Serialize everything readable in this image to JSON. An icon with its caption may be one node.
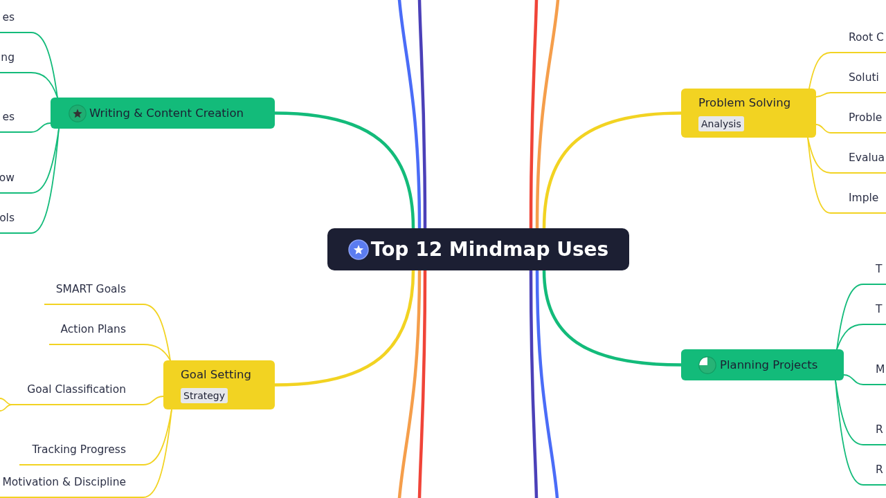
{
  "diagram": {
    "nodes": [
      {
        "text": [
          "Top 12 Mindmap Uses"
        ]
      },
      {
        "text": [
          "Writing & Content Creation"
        ]
      },
      {
        "text": [
          "es"
        ]
      },
      {
        "text": [
          "ng"
        ]
      },
      {
        "text": [
          "es"
        ]
      },
      {
        "text": [
          "ow"
        ]
      },
      {
        "text": [
          "ols"
        ]
      },
      {
        "text": [
          "Goal Setting",
          "Strategy"
        ]
      },
      {
        "text": [
          "SMART Goals"
        ]
      },
      {
        "text": [
          "Action Plans"
        ]
      },
      {
        "text": [
          "Goal Classification"
        ]
      },
      {
        "text": [
          "Tracking Progress"
        ]
      },
      {
        "text": [
          "Motivation & Discipline"
        ]
      },
      {
        "text": [
          "Problem Solving",
          "Analysis"
        ]
      },
      {
        "text": [
          "Root C"
        ]
      },
      {
        "text": [
          "Soluti"
        ]
      },
      {
        "text": [
          "Proble"
        ]
      },
      {
        "text": [
          "Evalua"
        ]
      },
      {
        "text": [
          "Imple"
        ]
      },
      {
        "text": [
          "Planning Projects"
        ]
      },
      {
        "text": [
          "T"
        ]
      },
      {
        "text": [
          "T"
        ]
      },
      {
        "text": [
          "M"
        ]
      },
      {
        "text": [
          "R"
        ]
      },
      {
        "text": [
          "R"
        ]
      }
    ],
    "edges": [
      {
        "from": 0,
        "to": 1,
        "arrow": "none",
        "style": "thick",
        "color": "#13bb7a"
      },
      {
        "from": 0,
        "to": 7,
        "arrow": "none",
        "style": "thick",
        "color": "#f2d322"
      },
      {
        "from": 0,
        "to": 13,
        "arrow": "none",
        "style": "thick",
        "color": "#f2d322"
      },
      {
        "from": 0,
        "to": 19,
        "arrow": "none",
        "style": "thick",
        "color": "#13bb7a"
      },
      {
        "from": 0,
        "to": null,
        "arrow": "none",
        "style": "thick",
        "color": "#4a6cf7"
      },
      {
        "from": 0,
        "to": null,
        "arrow": "none",
        "style": "thick",
        "color": "#4b40b8"
      },
      {
        "from": 0,
        "to": null,
        "arrow": "none",
        "style": "thick",
        "color": "#f04438"
      },
      {
        "from": 0,
        "to": null,
        "arrow": "none",
        "style": "thick",
        "color": "#f59e4b"
      },
      {
        "from": 0,
        "to": null,
        "arrow": "none",
        "style": "thick",
        "color": "#f59e4b"
      },
      {
        "from": 0,
        "to": null,
        "arrow": "none",
        "style": "thick",
        "color": "#f04438"
      },
      {
        "from": 0,
        "to": null,
        "arrow": "none",
        "style": "thick",
        "color": "#4b40b8"
      },
      {
        "from": 0,
        "to": null,
        "arrow": "none",
        "style": "thick",
        "color": "#4a6cf7"
      },
      {
        "from": 1,
        "to": 2,
        "arrow": "none",
        "color": "#13bb7a"
      },
      {
        "from": 1,
        "to": 3,
        "arrow": "none",
        "color": "#13bb7a"
      },
      {
        "from": 1,
        "to": 4,
        "arrow": "none",
        "color": "#13bb7a"
      },
      {
        "from": 1,
        "to": 5,
        "arrow": "none",
        "color": "#13bb7a"
      },
      {
        "from": 1,
        "to": 6,
        "arrow": "none",
        "color": "#13bb7a"
      },
      {
        "from": 7,
        "to": 8,
        "arrow": "none",
        "color": "#f2d322"
      },
      {
        "from": 7,
        "to": 9,
        "arrow": "none",
        "color": "#f2d322"
      },
      {
        "from": 7,
        "to": 10,
        "arrow": "none",
        "color": "#f2d322"
      },
      {
        "from": 7,
        "to": 11,
        "arrow": "none",
        "color": "#f2d322"
      },
      {
        "from": 7,
        "to": 12,
        "arrow": "none",
        "color": "#f2d322"
      },
      {
        "from": 10,
        "to": null,
        "arrow": "none",
        "color": "#f2d322"
      },
      {
        "from": 10,
        "to": null,
        "arrow": "none",
        "color": "#f2d322"
      },
      {
        "from": 13,
        "to": 14,
        "arrow": "none",
        "color": "#f2d322"
      },
      {
        "from": 13,
        "to": 15,
        "arrow": "none",
        "color": "#f2d322"
      },
      {
        "from": 13,
        "to": 16,
        "arrow": "none",
        "color": "#f2d322"
      },
      {
        "from": 13,
        "to": 17,
        "arrow": "none",
        "color": "#f2d322"
      },
      {
        "from": 13,
        "to": 18,
        "arrow": "none",
        "color": "#f2d322"
      },
      {
        "from": 19,
        "to": 20,
        "arrow": "none",
        "color": "#13bb7a"
      },
      {
        "from": 19,
        "to": 21,
        "arrow": "none",
        "color": "#13bb7a"
      },
      {
        "from": 19,
        "to": 22,
        "arrow": "none",
        "color": "#13bb7a"
      },
      {
        "from": 19,
        "to": 23,
        "arrow": "none",
        "color": "#13bb7a"
      },
      {
        "from": 19,
        "to": 24,
        "arrow": "none",
        "color": "#13bb7a"
      }
    ]
  }
}
